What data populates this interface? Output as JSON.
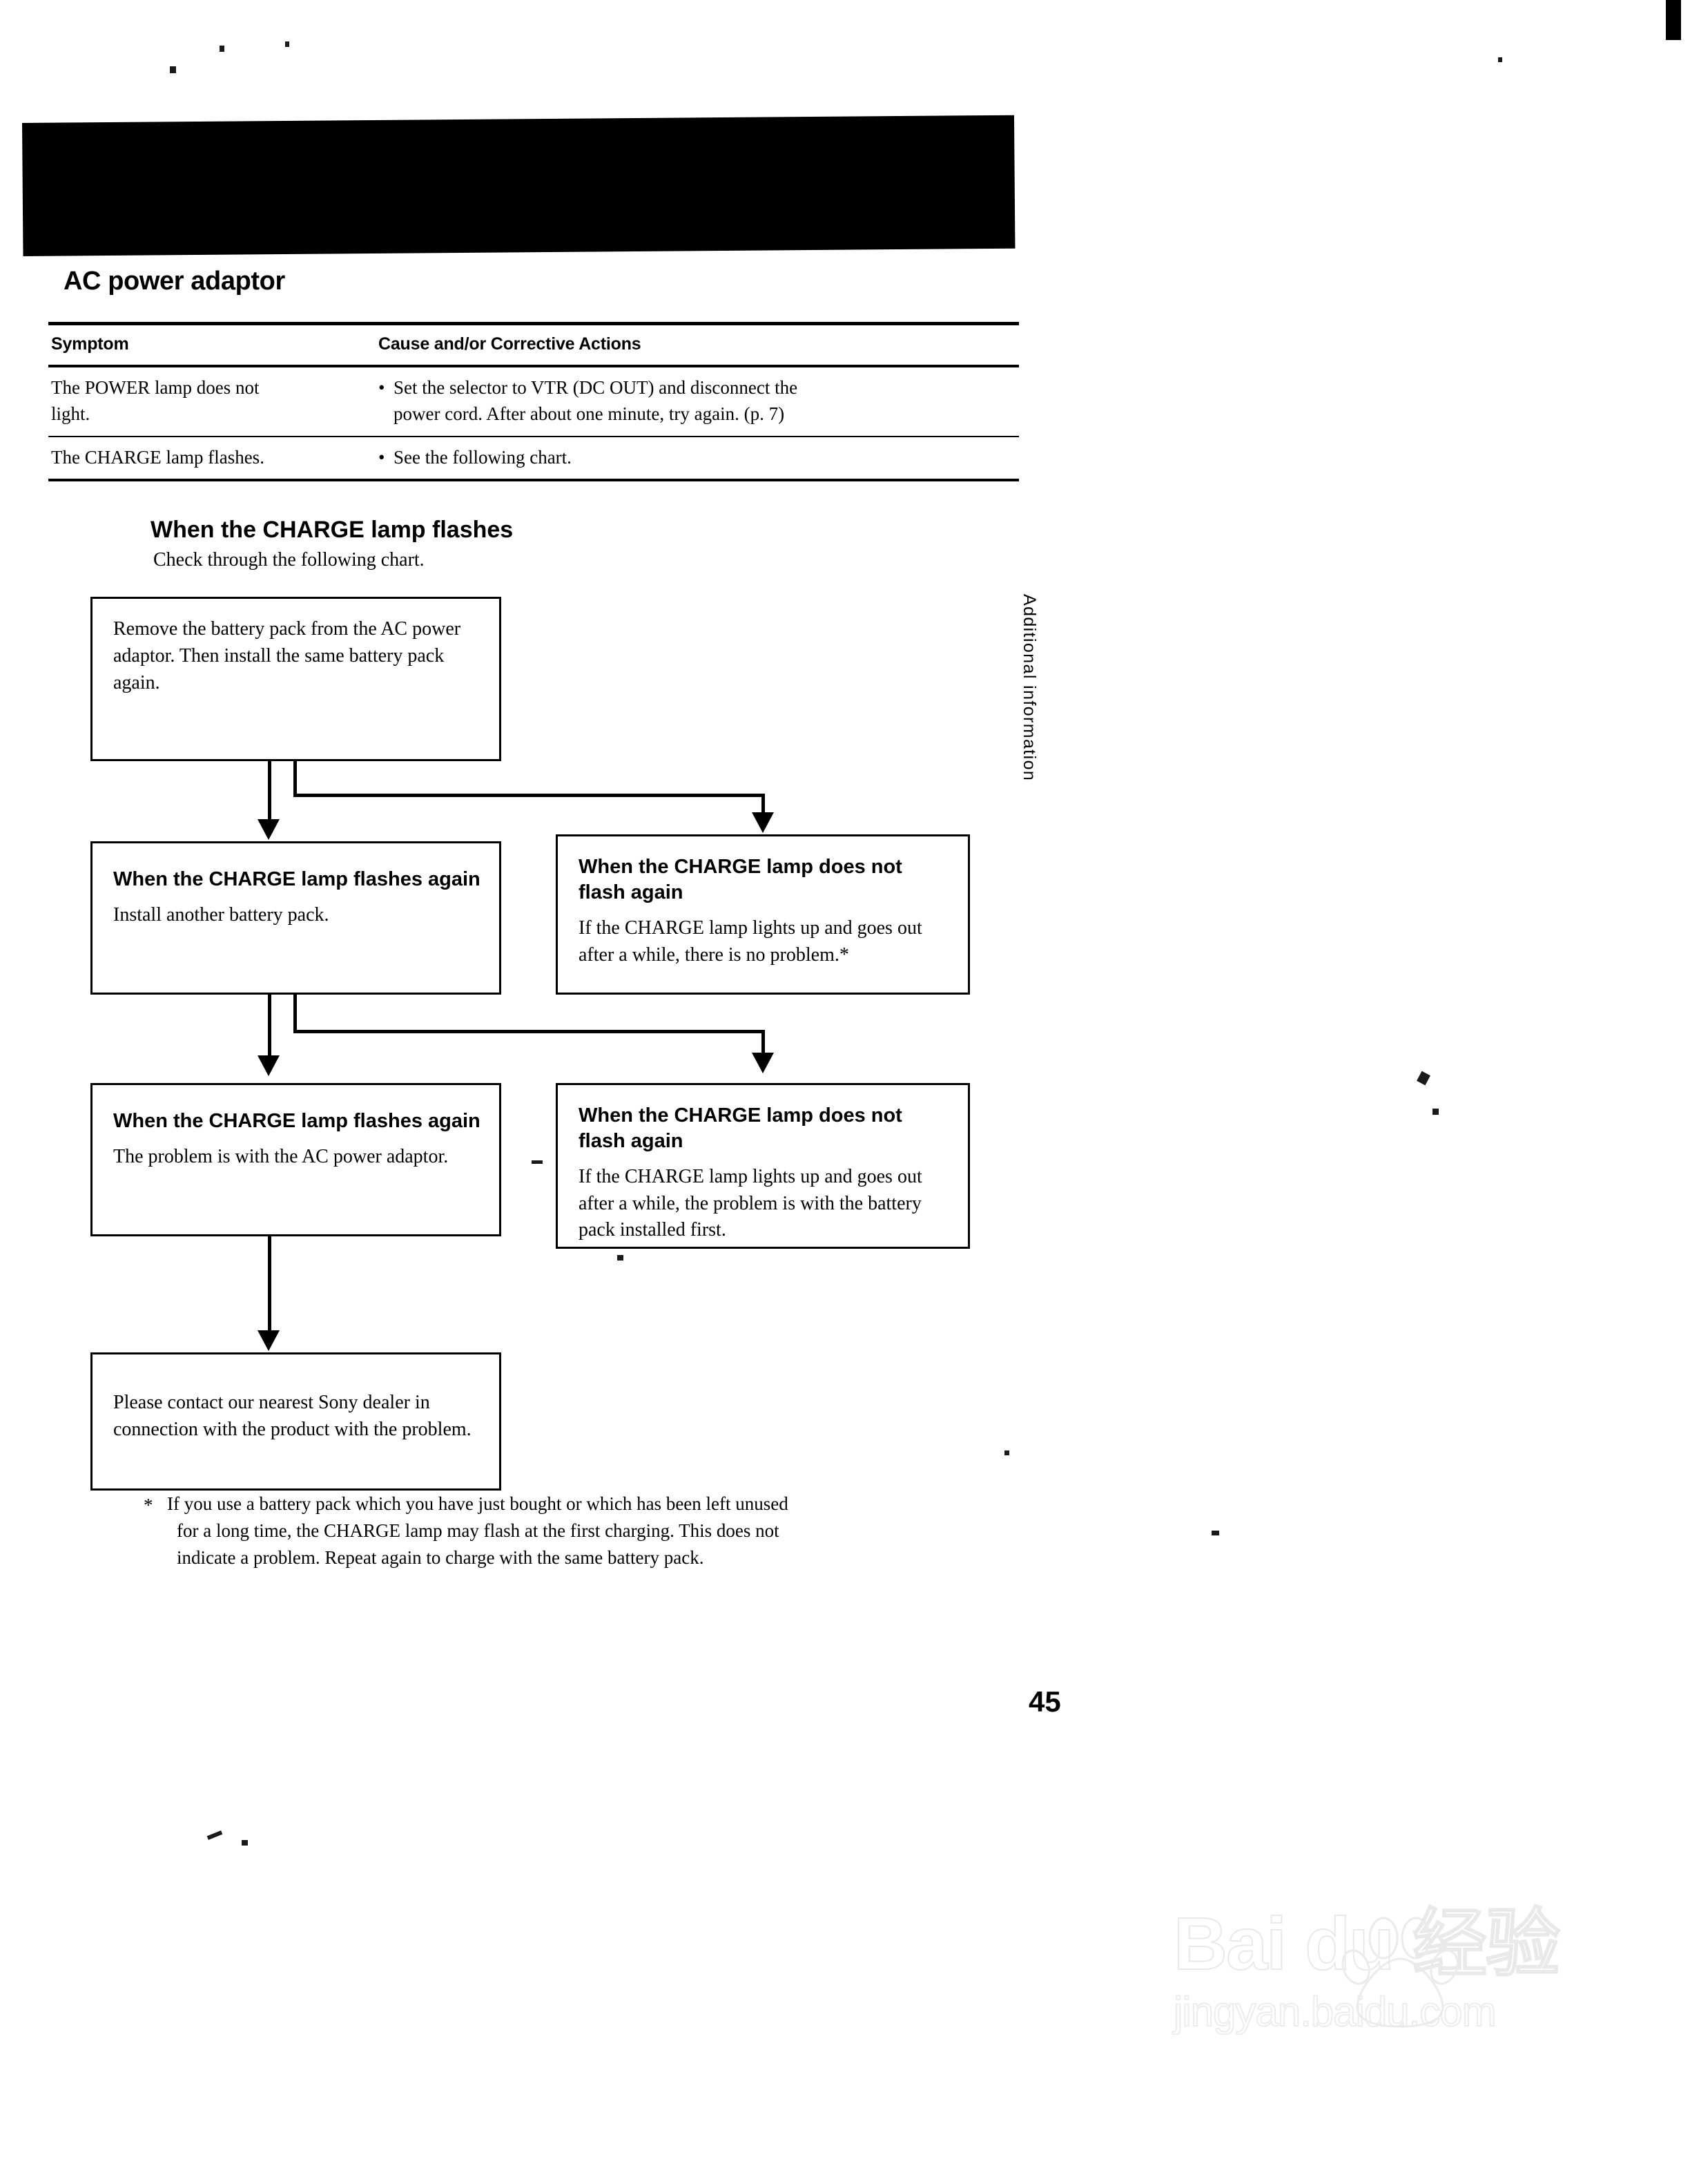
{
  "document": {
    "section_title": "AC power adaptor",
    "page_number": "45",
    "side_tab": "Additional information"
  },
  "symptom_table": {
    "headers": [
      "Symptom",
      "Cause and/or Corrective Actions"
    ],
    "rows": [
      {
        "symptom_line1": "The POWER lamp does not",
        "symptom_line2": "light.",
        "action_bullet": "•",
        "action_line1": "Set the selector to VTR (DC OUT) and disconnect the",
        "action_line2": "power cord. After about one minute, try again. (p. 7)"
      },
      {
        "symptom_line1": "The CHARGE lamp flashes.",
        "symptom_line2": "",
        "action_bullet": "•",
        "action_line1": "See the following chart.",
        "action_line2": ""
      }
    ]
  },
  "flowchart": {
    "heading": "When the CHARGE lamp flashes",
    "subheading": "Check through the following chart.",
    "boxes": {
      "remove": {
        "body": "Remove the battery pack from the AC power adaptor. Then install the same battery pack again."
      },
      "flash_1": {
        "title": "When the CHARGE lamp flashes again",
        "body": "Install another battery pack."
      },
      "noflash_1": {
        "title": "When the CHARGE lamp does not flash again",
        "body": "If the CHARGE lamp lights up and goes out after a while, there is no problem.*"
      },
      "flash_2": {
        "title": "When the CHARGE lamp flashes again",
        "body": "The problem is with the AC power adaptor."
      },
      "noflash_2": {
        "title": "When the CHARGE lamp does not flash again",
        "body": "If the CHARGE lamp lights up and goes out after a while, the problem is with the battery pack installed first."
      },
      "dealer": {
        "body": "Please contact our nearest Sony dealer in connection with the product with the problem."
      }
    }
  },
  "footnote": {
    "marker": "*",
    "line1": "If you use a battery pack which you have just bought or which has been left unused",
    "line2": "for a long time, the CHARGE lamp may flash at the first charging. This does not",
    "line3": "indicate a problem. Repeat again to charge with the same battery pack."
  },
  "watermark": {
    "brand": "Bai du 经验",
    "url": "jingyan.baidu.com"
  },
  "colors": {
    "ink": "#000000",
    "paper": "#ffffff",
    "watermark": "#d8d8d8"
  }
}
